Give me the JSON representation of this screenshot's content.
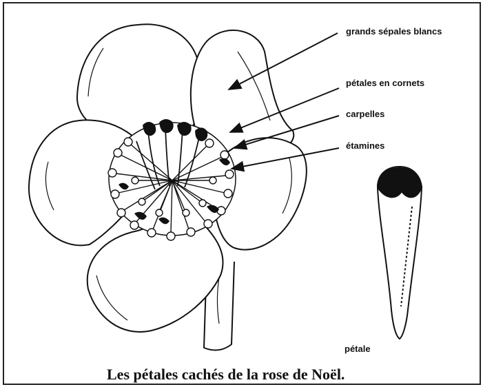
{
  "labels": {
    "sepales": "grands sépales blancs",
    "petales_cornets": "pétales en cornets",
    "carpelles": "carpelles",
    "etamines": "étamines",
    "petale": "pétale"
  },
  "caption": "Les pétales cachés de la rose de Noël.",
  "colors": {
    "ink": "#111111",
    "paper": "#ffffff"
  }
}
